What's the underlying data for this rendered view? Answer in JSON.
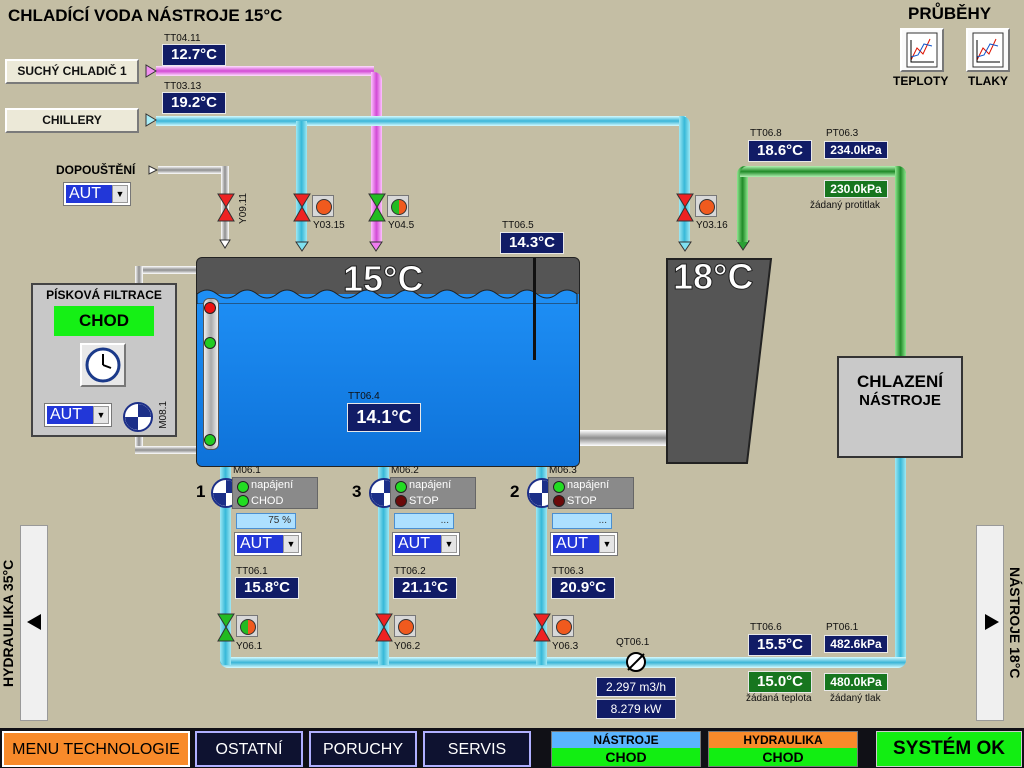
{
  "header": {
    "title": "CHLADÍCÍ VODA NÁSTROJE 15°C",
    "trends_title": "PRŮBĚHY"
  },
  "trends": [
    {
      "label": "TEPLOTY"
    },
    {
      "label": "TLAKY"
    }
  ],
  "sources": {
    "dry_cooler": "SUCHÝ CHLADIČ 1",
    "chillers": "CHILLERY",
    "refill": "DOPOUŠTĚNÍ",
    "refill_mode": "AUT"
  },
  "sensors": {
    "tt04_11": {
      "tag": "TT04.11",
      "value": "12.7°C"
    },
    "tt03_13": {
      "tag": "TT03.13",
      "value": "19.2°C"
    },
    "tt06_5": {
      "tag": "TT06.5",
      "value": "14.3°C"
    },
    "tt06_4": {
      "tag": "TT06.4",
      "value": "14.1°C"
    },
    "tt06_8": {
      "tag": "TT06.8",
      "value": "18.6°C"
    },
    "pt06_3": {
      "tag": "PT06.3",
      "value": "234.0kPa"
    },
    "tt06_1": {
      "tag": "TT06.1",
      "value": "15.8°C"
    },
    "tt06_2": {
      "tag": "TT06.2",
      "value": "21.1°C"
    },
    "tt06_3": {
      "tag": "TT06.3",
      "value": "20.9°C"
    },
    "tt06_6": {
      "tag": "TT06.6",
      "value": "15.5°C"
    },
    "pt06_1": {
      "tag": "PT06.1",
      "value": "482.6kPa"
    }
  },
  "setpoints": {
    "backpressure": {
      "value": "230.0kPa",
      "label": "žádaný protitlak"
    },
    "temp": {
      "value": "15.0°C",
      "label": "žádaná teplota"
    },
    "pressure": {
      "value": "480.0kPa",
      "label": "žádaný tlak"
    }
  },
  "valves": {
    "y09_11": "Y09.11",
    "y03_15": "Y03.15",
    "y04_5": "Y04.5",
    "y03_16": "Y03.16",
    "y06_1": "Y06.1",
    "y06_2": "Y06.2",
    "y06_3": "Y06.3"
  },
  "tanks": {
    "main_temp": "15°C",
    "secondary_temp": "18°C"
  },
  "filter": {
    "title": "PÍSKOVÁ FILTRACE",
    "status": "CHOD",
    "mode": "AUT",
    "pump_tag": "M08.1"
  },
  "consumer": {
    "line1": "CHLAZENÍ",
    "line2": "NÁSTROJE"
  },
  "pumps": [
    {
      "number": "1",
      "tag": "M06.1",
      "power_label": "napájení",
      "status": "CHOD",
      "setpoint": "75 %",
      "mode": "AUT"
    },
    {
      "number": "3",
      "tag": "M06.2",
      "power_label": "napájení",
      "status": "STOP",
      "setpoint": "...",
      "mode": "AUT"
    },
    {
      "number": "2",
      "tag": "M06.3",
      "power_label": "napájení",
      "status": "STOP",
      "setpoint": "...",
      "mode": "AUT"
    }
  ],
  "meter": {
    "tag": "QT06.1",
    "flow": "2.297 m3/h",
    "power": "8.279 kW"
  },
  "nav": {
    "left": "HYDRAULIKA 35°C",
    "right": "NÁSTROJE 18°C"
  },
  "footer": {
    "menu": "MENU TECHNOLOGIE",
    "other": "OSTATNÍ",
    "faults": "PORUCHY",
    "service": "SERVIS",
    "nastroje_title": "NÁSTROJE",
    "nastroje_status": "CHOD",
    "hydraulika_title": "HYDRAULIKA",
    "hydraulika_status": "CHOD",
    "system": "SYSTÉM OK"
  },
  "colors": {
    "background": "#c4bea4",
    "water": "#1b8ff0",
    "tank": "#4a4a4a",
    "value_box": "#111c66",
    "ok_green": "#12ee12"
  }
}
